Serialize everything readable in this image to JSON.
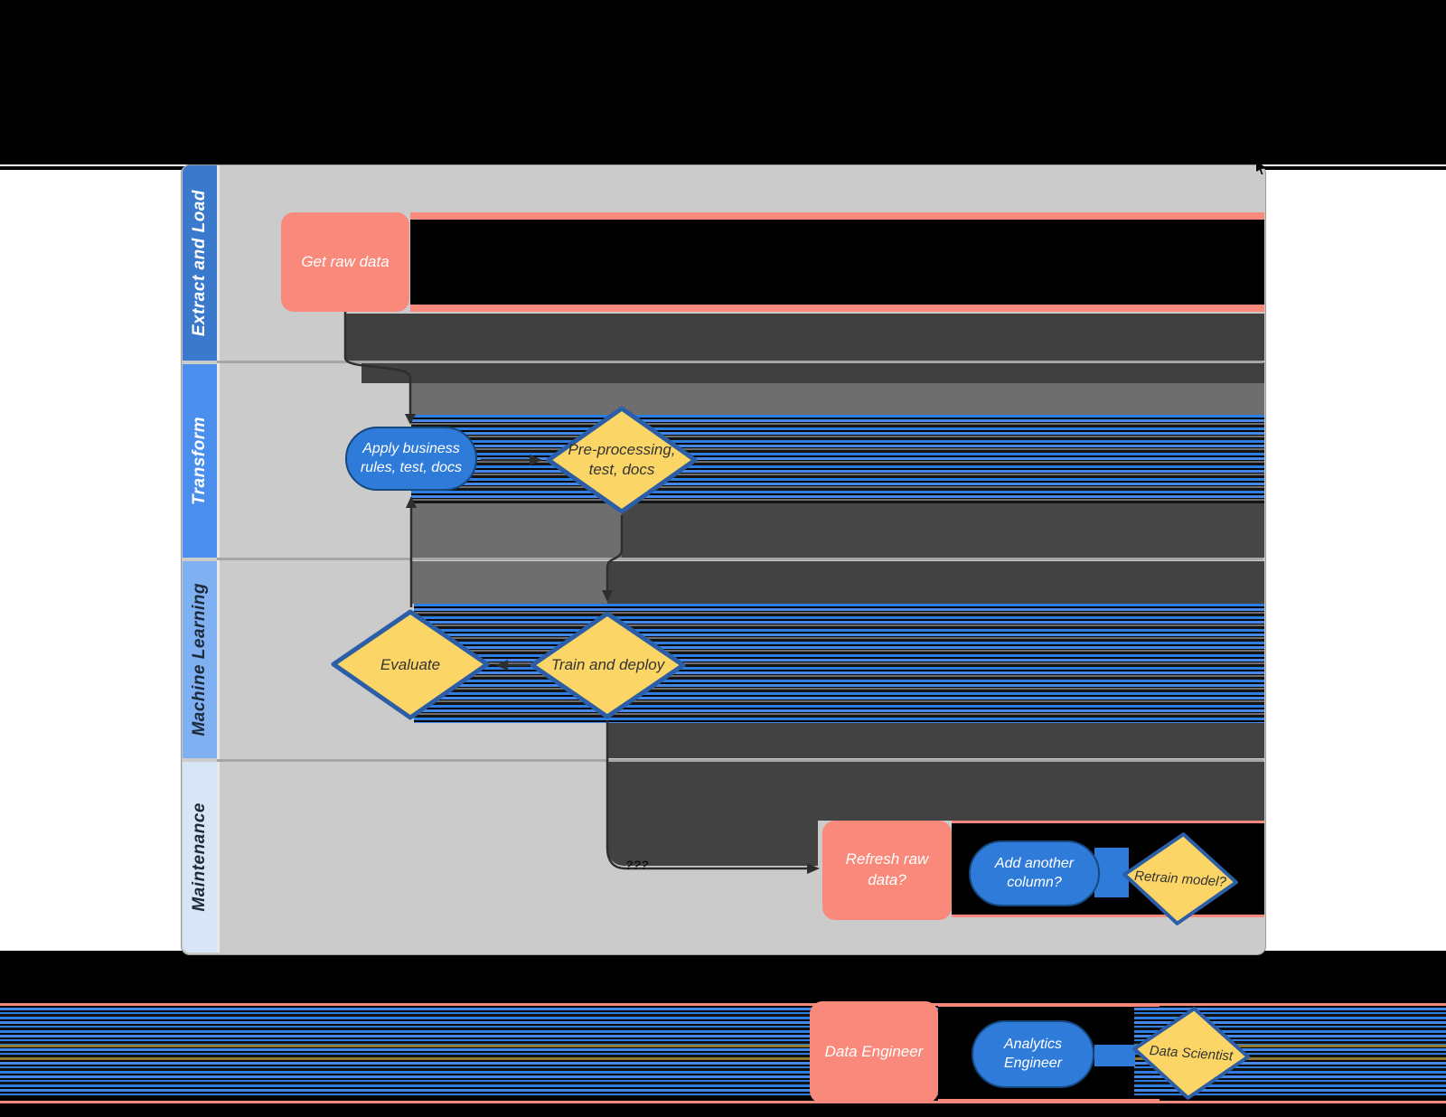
{
  "diagram": {
    "lanes": [
      {
        "label": "Extract and Load",
        "color": "#3B79CD",
        "text_color": "#FFFFFF"
      },
      {
        "label": "Transform",
        "color": "#4A8FEE",
        "text_color": "#FFFFFF"
      },
      {
        "label": "Machine Learning",
        "color": "#7FB0F2",
        "text_color": "#1D2A3A"
      },
      {
        "label": "Maintenance",
        "color": "#D7E5F7",
        "text_color": "#1D2A3A"
      }
    ],
    "nodes": {
      "get_raw_data": {
        "label": "Get raw data",
        "shape": "rounded-rectangle",
        "lane": "Extract and Load",
        "color": "#F8897B"
      },
      "apply_rules": {
        "label": "Apply business rules, test, docs",
        "shape": "stadium",
        "lane": "Transform",
        "color": "#2F7BD9"
      },
      "preprocessing": {
        "label": "Pre-processing, test, docs",
        "shape": "diamond",
        "lane": "Transform",
        "color": "#FBD566"
      },
      "evaluate": {
        "label": "Evaluate",
        "shape": "diamond",
        "lane": "Machine Learning",
        "color": "#FBD566"
      },
      "train_deploy": {
        "label": "Train and deploy",
        "shape": "diamond",
        "lane": "Machine Learning",
        "color": "#FBD566"
      },
      "refresh_raw_data": {
        "label": "Refresh raw data?",
        "shape": "rounded-rectangle",
        "lane": "Maintenance",
        "color": "#F8897B"
      },
      "add_another_column": {
        "label": "Add another column?",
        "shape": "stadium",
        "lane": "Maintenance",
        "color": "#2F7BD9"
      },
      "retrain_model": {
        "label": "Retrain model?",
        "shape": "diamond",
        "lane": "Maintenance",
        "color": "#FBD566"
      }
    },
    "connector_label": "???"
  },
  "legend": {
    "items": [
      {
        "label": "Data Engineer",
        "shape": "rounded-rectangle",
        "color": "#F8897B"
      },
      {
        "label": "Analytics Engineer",
        "shape": "stadium",
        "color": "#2F7BD9"
      },
      {
        "label": "Data Scientist",
        "shape": "diamond",
        "color": "#FBD566"
      }
    ]
  },
  "colors": {
    "panel_background": "#CBCBCB",
    "page_black": "#000000",
    "smear_dark": "#404040",
    "smear_medium": "#6E6E6E",
    "stripe_blue": "#2E7DE0",
    "diamond_border": "#2B5EA7",
    "connector": "#2E2E2E"
  }
}
